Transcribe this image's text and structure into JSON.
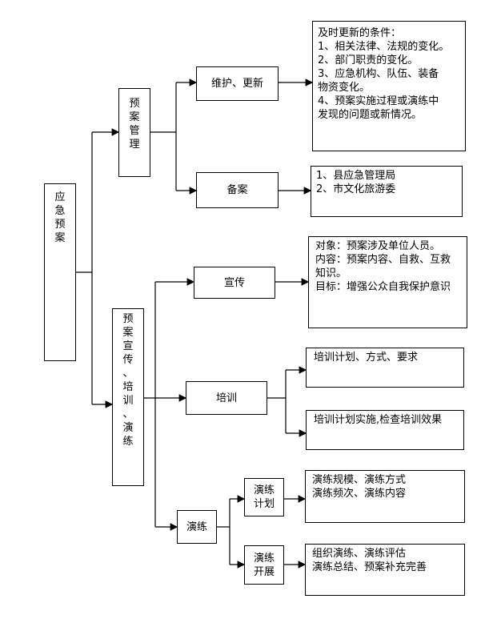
{
  "root": "应\n急\n预\n案",
  "plan_mgmt": "预\n案\n管\n理",
  "plan_pub": "预\n案\n宣\n传\n、\n培\n训\n、\n演\n练",
  "maintain": "维护、更新",
  "filing": "备案",
  "publicity": "宣传",
  "training": "培训",
  "drill": "演练",
  "drill_plan": "演练\n计划",
  "drill_exec": "演练\n开展",
  "update_conditions": "及时更新的条件：\n1、相关法律、法规的变化。\n2、部门职责的变化。\n3、应急机构、队伍、装备\n      物资变化。\n4、预案实施过程或演练中\n      发现的问题或新情况。",
  "filing_targets": "1、县应急管理局\n2、市文化旅游委",
  "publicity_detail": "对象：预案涉及单位人员。\n内容：预案内容、自救、互救\n          知识。\n目标：增强公众自我保护意识",
  "training_plan": "培训计划、方式、要求",
  "training_impl": "培训计划实施,检查培训效果",
  "drill_plan_detail": "演练规模、演练方式\n演练频次、演练内容",
  "drill_exec_detail": "组织演练、演练评估\n演练总结、预案补充完善"
}
